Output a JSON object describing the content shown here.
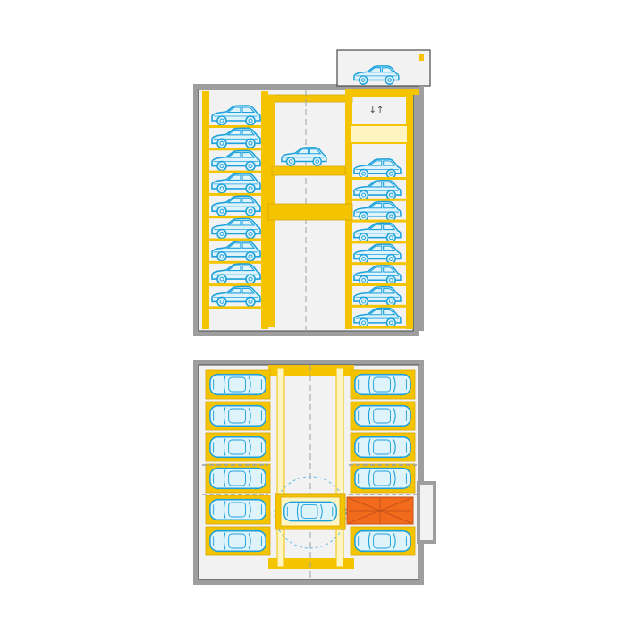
{
  "diagram": {
    "colors": {
      "background": "#ffffff",
      "wall": "#9e9e9e",
      "floor": "#f2f2f2",
      "outline": "#4a4a4a",
      "steel": "#f5c400",
      "steel_dark": "#d9a800",
      "car_fill": "#dff3fb",
      "car_line": "#1fa2dc",
      "turntable": "#f26b1d",
      "turntable_line": "#c9521a",
      "axis": "#9aa3a8",
      "rail_light": "#fff5c2"
    },
    "elevation_view": {
      "left_shelf_cars": 9,
      "right_shelf_cars": 8,
      "lift_cars": 1,
      "entry_cars": 1,
      "lift_symbol": "↓↑"
    },
    "plan_view": {
      "left_column_cars": 6,
      "right_column_cars": 5,
      "shuttle_cars": 1,
      "turntable_bays": 1
    }
  }
}
